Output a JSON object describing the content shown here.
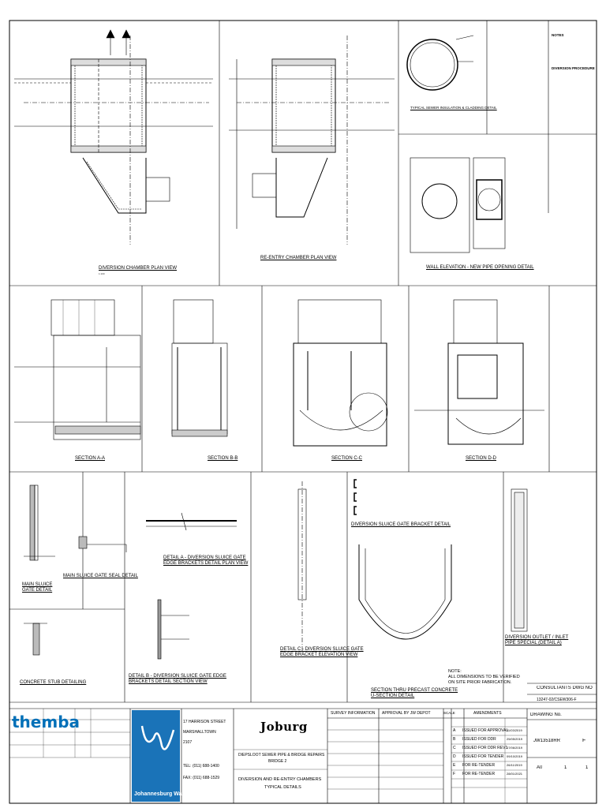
{
  "views": {
    "diversion_plan": "DIVERSION CHAMBER PLAN VIEW",
    "reentry_plan": "RE-ENTRY CHAMBER PLAN VIEW",
    "insulation": "TYPICAL SEWER INSULATION & CLADDING DETAIL",
    "wall_elevation": "WALL ELEVATION - NEW PIPE OPENING DETAIL",
    "section_a": "SECTION A-A",
    "section_b": "SECTION B-B",
    "section_c": "SECTION C-C",
    "section_d": "SECTION D-D",
    "main_sluice": "MAIN SLUICE\nGATE DETAIL",
    "seal_detail": "MAIN SLUICE GATE SEAL DETAIL",
    "detail_a": "DETAIL A - DIVERSION SLUICE GATE\nEDGE BRACKETS DETAIL PLAN VIEW",
    "detail_b": "DETAIL B - DIVERSION SLUICE GATE EDGE\nBRACKETS DETAIL SECTION VIEW",
    "detail_c": "DETAIL C - DIVERSION SLUICE GATE\nEDGE BRACKET ELEVATION VIEW",
    "bracket_detail": "DIVERSION SLUICE GATE BRACKET DETAIL",
    "stub_detail": "CONCRETE STUB DETAILING",
    "u_section": "SECTION THRU PRECAST CONCRETE\nU-SECTION DETAIL",
    "outlet": "DIVERSION OUTLET / INLET\nPIPE SPECIAL (DETAIL A)"
  },
  "notes": {
    "title": "NOTES",
    "procedure": "DIVERSION PROCEDURE",
    "all_dims": "NOTE:\nALL DIMENSIONS TO BE VERIFIED\nON SITE PRIOR FABRICATION."
  },
  "consultant": {
    "label": "CONSULTANTS DWG NO",
    "number": "13247-02/CSEW306-F"
  },
  "drawing_no_label": "DRAWING No.",
  "drawing_no": "JW13518RR",
  "revision": "F",
  "sheet_size": "A0",
  "sheet": "1",
  "of": "1",
  "address": {
    "line1": "17 HARRISON STREET",
    "line2": "MARSHALLTOWN",
    "line3": "2107",
    "tel": "TEL: (011) 688-1400",
    "fax": "FAX: (011) 688-1529"
  },
  "company": {
    "themba": "themba",
    "jhb_water": "Johannesburg Water",
    "joburg": "Joburg"
  },
  "project": {
    "line1": "DIEPSLOOT SEWER PIPE & BRIDGE REPAIRS",
    "line2": "BRIDGE 2",
    "title1": "DIVERSION AND RE-ENTRY CHAMBERS",
    "title2": "TYPICAL DETAILS"
  },
  "headers": {
    "survey": "SURVEY INFORMATION",
    "approval": "APPROVAL BY JW DEPOT",
    "scale": "SCALE",
    "amendments": "AMENDMENTS"
  },
  "amendments": [
    {
      "rev": "A",
      "desc": "ISSUED FOR APPROVAL",
      "date": "11/03/2019"
    },
    {
      "rev": "B",
      "desc": "ISSUED FOR DDR",
      "date": "25/05/2019"
    },
    {
      "rev": "C",
      "desc": "ISSUED FOR DDR REV1",
      "date": "17/06/2019"
    },
    {
      "rev": "D",
      "desc": "ISSUED FOR TENDER",
      "date": "09/10/2019"
    },
    {
      "rev": "E",
      "desc": "FOR RE-TENDER",
      "date": "26/11/2019"
    },
    {
      "rev": "F",
      "desc": "FOR RE-TENDER",
      "date": "28/01/2021"
    }
  ],
  "scale_value": "1:100"
}
